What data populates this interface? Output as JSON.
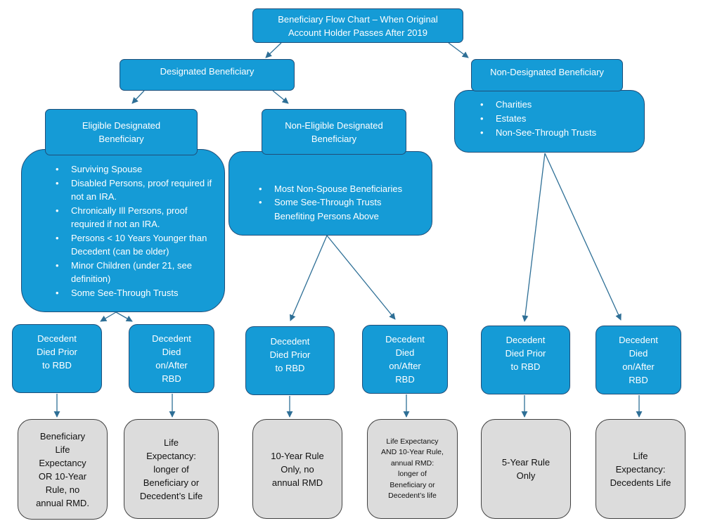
{
  "colors": {
    "box_fill": "#159bd6",
    "box_border": "#1f4e79",
    "outcome_fill": "#dcdcdc",
    "connector": "#2e6f96"
  },
  "root": {
    "title": "Beneficiary Flow Chart – When Original Account Holder Passes After 2019"
  },
  "designated": {
    "title": "Designated Beneficiary"
  },
  "non_designated": {
    "title": "Non-Designated Beneficiary",
    "items": [
      "Charities",
      "Estates",
      "Non-See-Through Trusts"
    ]
  },
  "eligible": {
    "title": "Eligible Designated Beneficiary",
    "items": [
      "Surviving Spouse",
      "Disabled Persons, proof required if not an IRA.",
      "Chronically Ill Persons, proof required if not an IRA.",
      "Persons < 10 Years Younger than Decedent (can be older)",
      "Minor Children (under 21, see definition)",
      "Some See-Through Trusts"
    ]
  },
  "non_eligible": {
    "title": "Non-Eligible Designated Beneficiary",
    "items": [
      "Most Non-Spouse Beneficiaries",
      "Some See-Through Trusts Benefiting Persons Above"
    ]
  },
  "decisions": {
    "eligible_prior": "Decedent\nDied Prior\nto RBD",
    "eligible_after": "Decedent\nDied\non/After\nRBD",
    "non_eligible_prior": "Decedent\nDied Prior\nto RBD",
    "non_eligible_after": "Decedent\nDied\non/After\nRBD",
    "non_designated_prior": "Decedent\nDied Prior\nto RBD",
    "non_designated_after": "Decedent\nDied\non/After\nRBD"
  },
  "outcomes": {
    "eligible_prior": "Beneficiary\nLife\nExpectancy\nOR 10-Year\nRule, no\nannual RMD.",
    "eligible_after": "Life\nExpectancy:\nlonger of\nBeneficiary or\nDecedent’s Life",
    "non_eligible_prior": "10-Year Rule\nOnly, no\nannual RMD",
    "non_eligible_after": "Life Expectancy\nAND 10-Year Rule,\nannual RMD:\nlonger of\nBeneficiary or\nDecedent’s life",
    "non_designated_prior": "5-Year Rule\nOnly",
    "non_designated_after": "Life\nExpectancy:\nDecedents Life"
  }
}
